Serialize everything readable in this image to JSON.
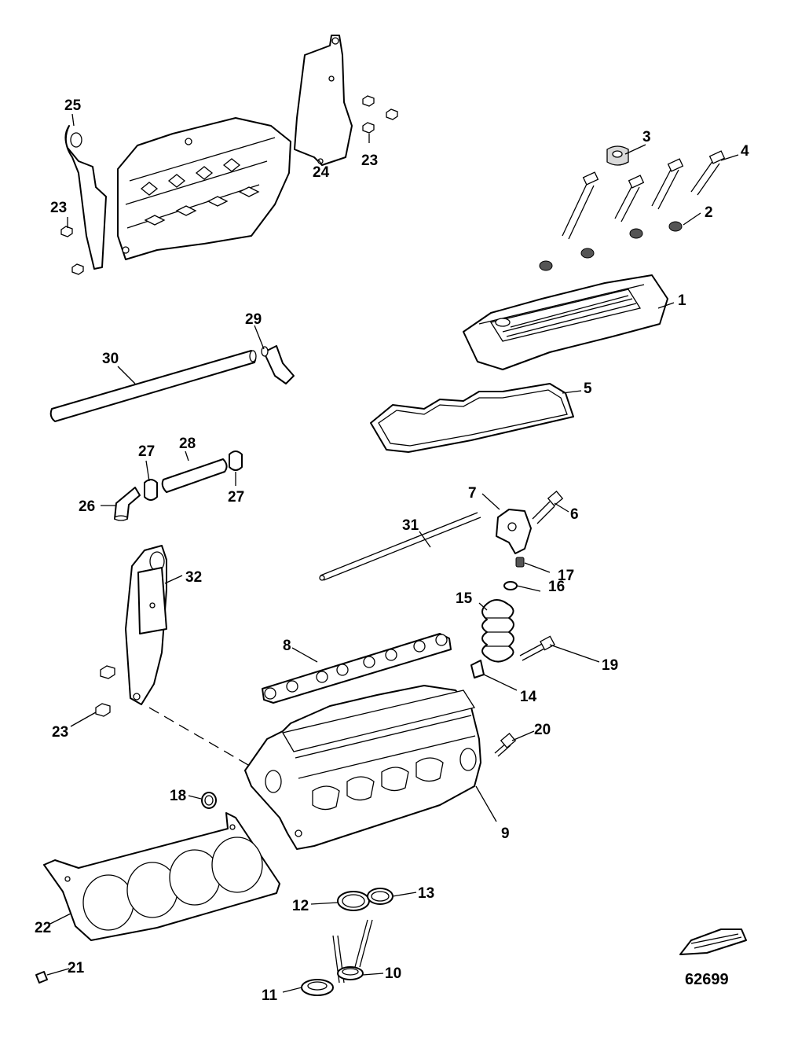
{
  "figure_number": "62699",
  "callouts": {
    "c1": "1",
    "c2": "2",
    "c3": "3",
    "c4": "4",
    "c5": "5",
    "c6": "6",
    "c7": "7",
    "c8": "8",
    "c9": "9",
    "c10": "10",
    "c11": "11",
    "c12": "12",
    "c13": "13",
    "c14": "14",
    "c15": "15",
    "c16": "16",
    "c17": "17",
    "c18": "18",
    "c19": "19",
    "c20": "20",
    "c21": "21",
    "c22": "22",
    "c23a": "23",
    "c23b": "23",
    "c23c": "23",
    "c24": "24",
    "c25": "25",
    "c26": "26",
    "c27a": "27",
    "c27b": "27",
    "c28": "28",
    "c29": "29",
    "c30": "30",
    "c31": "31",
    "c32": "32"
  },
  "colors": {
    "line": "#000000",
    "background": "#ffffff",
    "shade": "#d9d9d9"
  }
}
